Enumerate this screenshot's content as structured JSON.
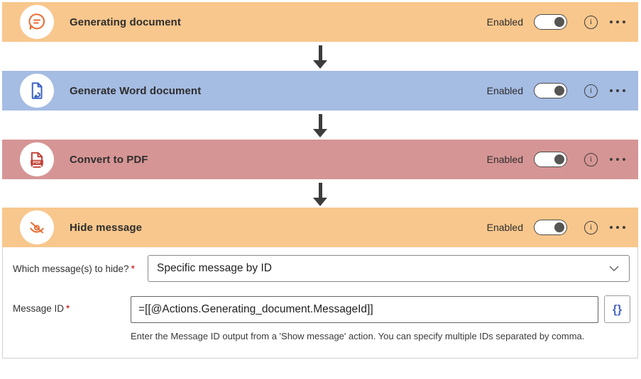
{
  "colors": {
    "orange_block": "#F8C78D",
    "blue_block": "#A5BCE3",
    "red_block": "#D69595",
    "accent_orange": "#E8703A",
    "accent_blue": "#3A62C4",
    "accent_red": "#C13A2F",
    "title_text": "#2E2D2C",
    "toggle_border": "#4A4A48",
    "toggle_knob": "#565554",
    "info_color": "#3E3D3B",
    "arrow_color": "#3C3C3C",
    "field_label": "#323130",
    "required_red": "#C00000",
    "control_border": "#8A8886",
    "input_border": "#666462",
    "helper_text": "#3B3A39",
    "panel_border": "#D2D0CE",
    "braces_color": "#4B69C6"
  },
  "blocks": [
    {
      "title": "Generating document",
      "enabled_label": "Enabled",
      "icon": "chat-message-icon"
    },
    {
      "title": "Generate Word document",
      "enabled_label": "Enabled",
      "icon": "word-document-icon"
    },
    {
      "title": "Convert to PDF",
      "enabled_label": "Enabled",
      "icon": "pdf-document-icon"
    },
    {
      "title": "Hide message",
      "enabled_label": "Enabled",
      "icon": "eye-off-icon"
    }
  ],
  "icons": {
    "info_glyph": "i",
    "pdf_label": "PDF"
  },
  "details_panel": {
    "fields": [
      {
        "label": "Which message(s) to hide?",
        "required_marker": "*",
        "control": "dropdown",
        "value": "Specific message by ID"
      },
      {
        "label": "Message ID",
        "required_marker": "*",
        "control": "text-input",
        "value": "=[[@Actions.Generating_document.MessageId]]",
        "expression_button_label": "{}",
        "helper_text": "Enter the Message ID output from a 'Show message' action. You can specify multiple IDs separated by comma."
      }
    ]
  }
}
